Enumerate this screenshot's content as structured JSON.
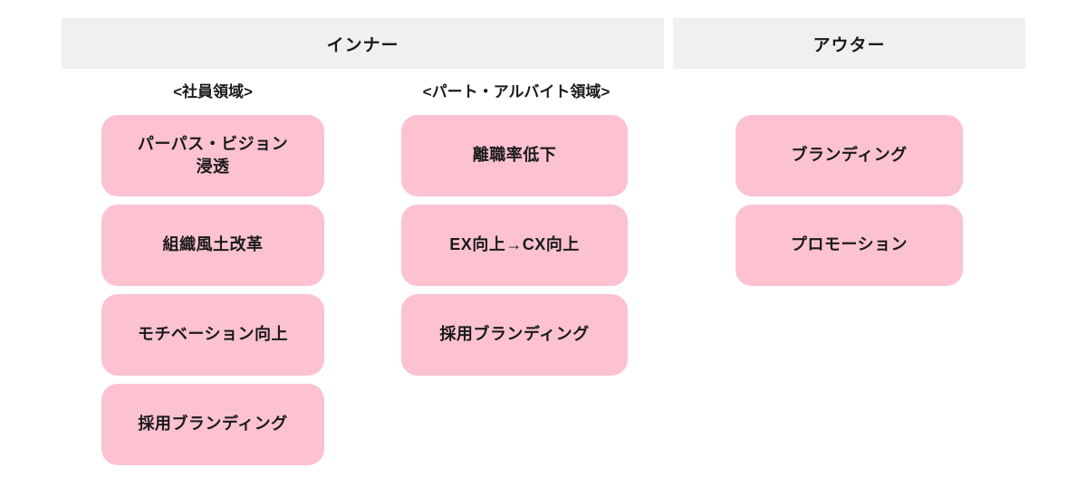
{
  "headers": [
    {
      "label": "インナー"
    },
    {
      "label": "アウター"
    }
  ],
  "columns": [
    {
      "section": "インナー",
      "label": "<社員領域>",
      "items": [
        "パーパス・ビジョン\n浸透",
        "組織風土改革",
        "モチベーション向上",
        "採用ブランディング"
      ]
    },
    {
      "section": "インナー",
      "label": "<パート・アルバイト領域>",
      "items": [
        "離職率低下",
        "EX向上→CX向上",
        "採用ブランディング"
      ]
    },
    {
      "section": "アウター",
      "items": [
        "ブランディング",
        "プロモーション"
      ]
    }
  ],
  "colors": {
    "background": "#ffffff",
    "header_bg": "#f0f0f0",
    "box_bg": "#fcc2d1",
    "text": "#1a1a1a"
  }
}
